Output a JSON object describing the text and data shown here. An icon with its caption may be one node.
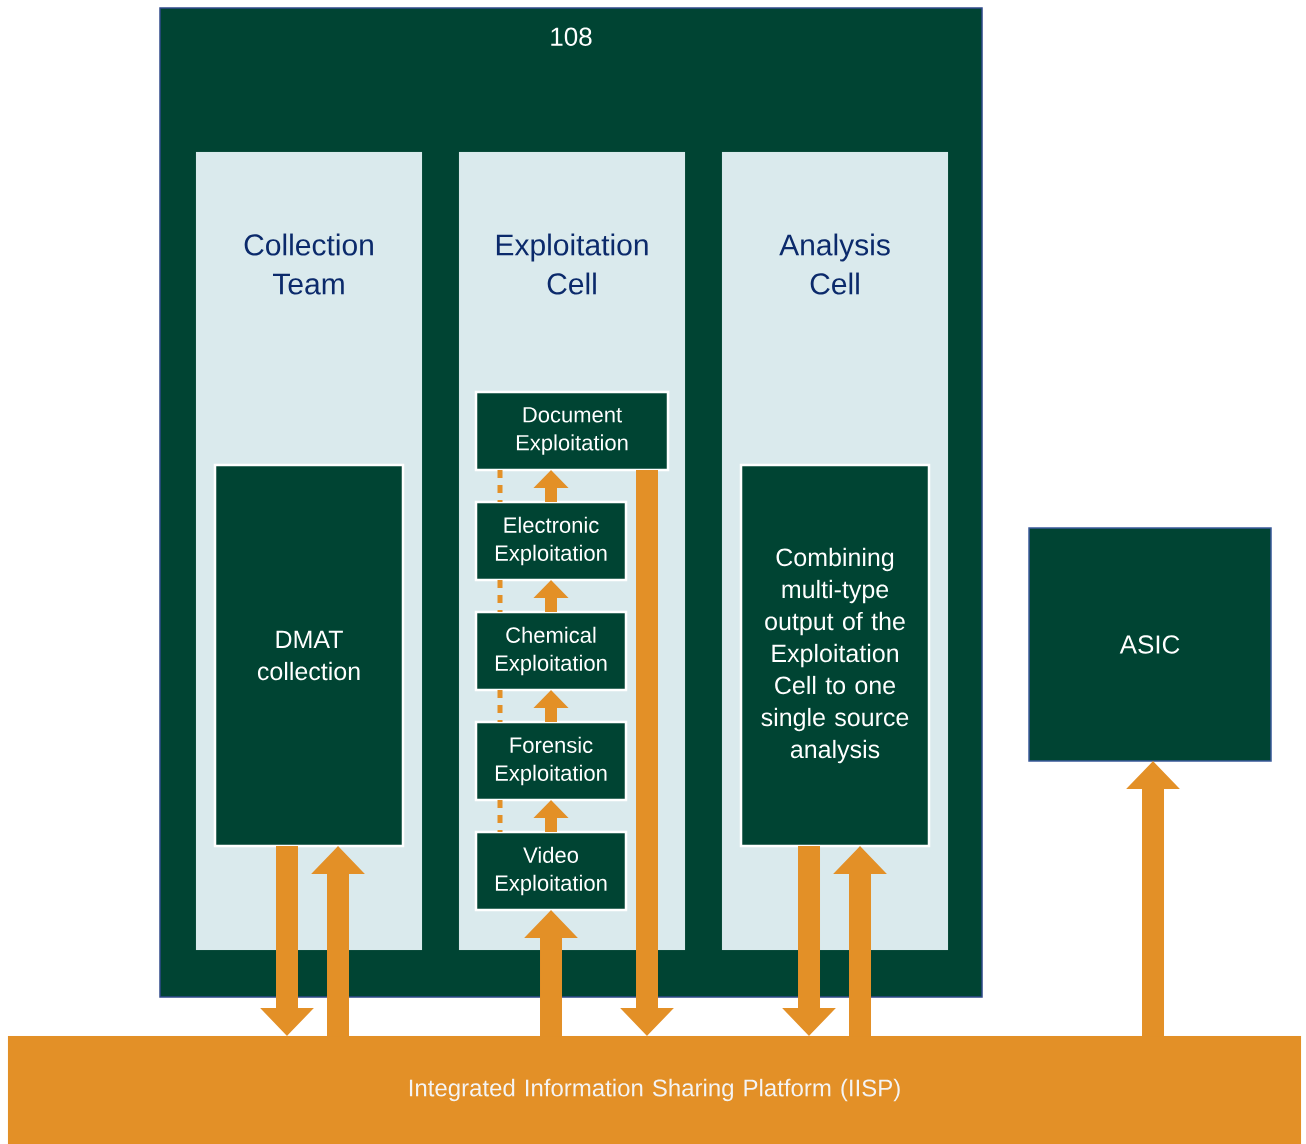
{
  "diagram": {
    "nodes": [
      {
        "text": [
          "108"
        ]
      },
      {
        "text": [
          "Collection Team"
        ],
        "in": 0
      },
      {
        "text": [
          "Exploitation Cell"
        ],
        "in": 0
      },
      {
        "text": [
          "Analysis Cell"
        ],
        "in": 0
      },
      {
        "text": [
          "DMAT collection"
        ],
        "in": 1
      },
      {
        "text": [
          "Document Exploitation"
        ],
        "in": 2
      },
      {
        "text": [
          "Electronic Exploitation"
        ],
        "in": 2
      },
      {
        "text": [
          "Chemical Exploitation"
        ],
        "in": 2
      },
      {
        "text": [
          "Forensic Exploitation"
        ],
        "in": 2
      },
      {
        "text": [
          "Video Exploitation"
        ],
        "in": 2
      },
      {
        "text": [
          "Combining multi-type output of the Exploitation Cell to one single source analysis"
        ],
        "in": 3
      },
      {
        "text": [
          "ASIC"
        ]
      },
      {
        "text": [
          "Integrated Information Sharing Platform (IISP)"
        ]
      }
    ],
    "edges": [
      {
        "from": 4,
        "to": 12,
        "arrow": "to",
        "style": "thick"
      },
      {
        "from": 12,
        "to": 4,
        "arrow": "to",
        "style": "thick"
      },
      {
        "from": 5,
        "to": 12,
        "arrow": "to",
        "style": "thick"
      },
      {
        "from": 12,
        "to": 9,
        "arrow": "to",
        "style": "thick"
      },
      {
        "from": 9,
        "to": 8,
        "arrow": "to"
      },
      {
        "from": 8,
        "to": 7,
        "arrow": "to"
      },
      {
        "from": 7,
        "to": 6,
        "arrow": "to"
      },
      {
        "from": 6,
        "to": 5,
        "arrow": "to"
      },
      {
        "from": 5,
        "to": 6,
        "arrow": "none",
        "style": "dashed"
      },
      {
        "from": 6,
        "to": 7,
        "arrow": "none",
        "style": "dashed"
      },
      {
        "from": 7,
        "to": 8,
        "arrow": "none",
        "style": "dashed"
      },
      {
        "from": 8,
        "to": 9,
        "arrow": "none",
        "style": "dashed"
      },
      {
        "from": 10,
        "to": 12,
        "arrow": "to",
        "style": "thick"
      },
      {
        "from": 12,
        "to": 10,
        "arrow": "to",
        "style": "thick"
      },
      {
        "from": 12,
        "to": 11,
        "arrow": "to",
        "style": "thick"
      }
    ]
  }
}
